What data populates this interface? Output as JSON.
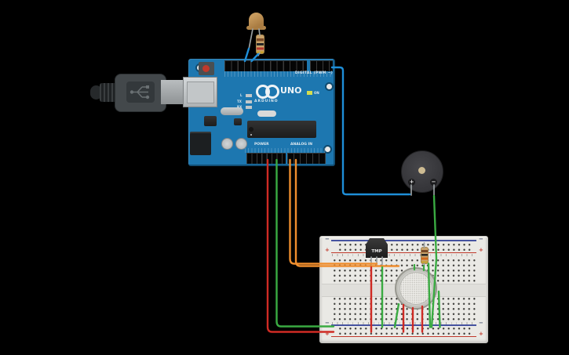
{
  "app": {
    "background": "#000000"
  },
  "arduino": {
    "board_color": "#1d77b0",
    "text_uno": "UNO",
    "text_brand": "ARDUINO",
    "label_digital": "DIGITAL (PWM ~)",
    "label_power": "POWER",
    "label_analog": "ANALOG IN",
    "label_on": "ON",
    "label_led": "L",
    "label_tx": "TX",
    "label_rx": "RX"
  },
  "breadboard": {
    "minus": "−",
    "plus": "+"
  },
  "tmp_sensor": {
    "label": "TMP"
  },
  "buzzer": {
    "plus": "+",
    "minus": "−"
  },
  "wires": {
    "red": "#cf2b24",
    "green": "#3aab42",
    "blue": "#1e8ed8",
    "orange": "#ef8e2e",
    "lead": "#9aa0a2"
  }
}
